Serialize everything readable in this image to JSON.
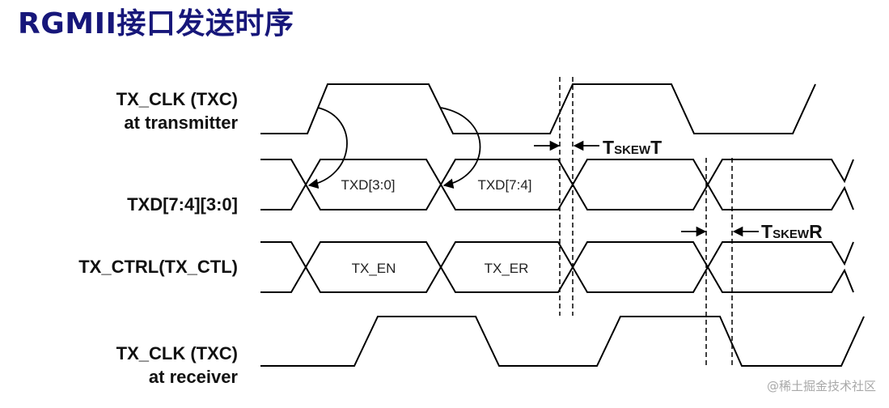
{
  "title": "RGMII接口发送时序",
  "signals": {
    "tx_clk_transmitter": {
      "line1": "TX_CLK (TXC)",
      "line2": "at transmitter"
    },
    "txd": {
      "line1": "TXD[7:4][3:0]"
    },
    "tx_ctrl": {
      "line1": "TX_CTRL(TX_CTL)"
    },
    "tx_clk_receiver": {
      "line1": "TX_CLK (TXC)",
      "line2": "at receiver"
    }
  },
  "data_cells": {
    "txd_low": "TXD[3:0]",
    "txd_high": "TXD[7:4]",
    "tx_en": "TX_EN",
    "tx_er": "TX_ER"
  },
  "skew": {
    "t": {
      "main": "T",
      "sub": "SKEW",
      "end": "T"
    },
    "r": {
      "main": "T",
      "sub": "SKEW",
      "end": "R"
    }
  },
  "watermark": "@稀土掘金技术社区",
  "colors": {
    "title": "#17177a",
    "stroke": "#000000"
  }
}
